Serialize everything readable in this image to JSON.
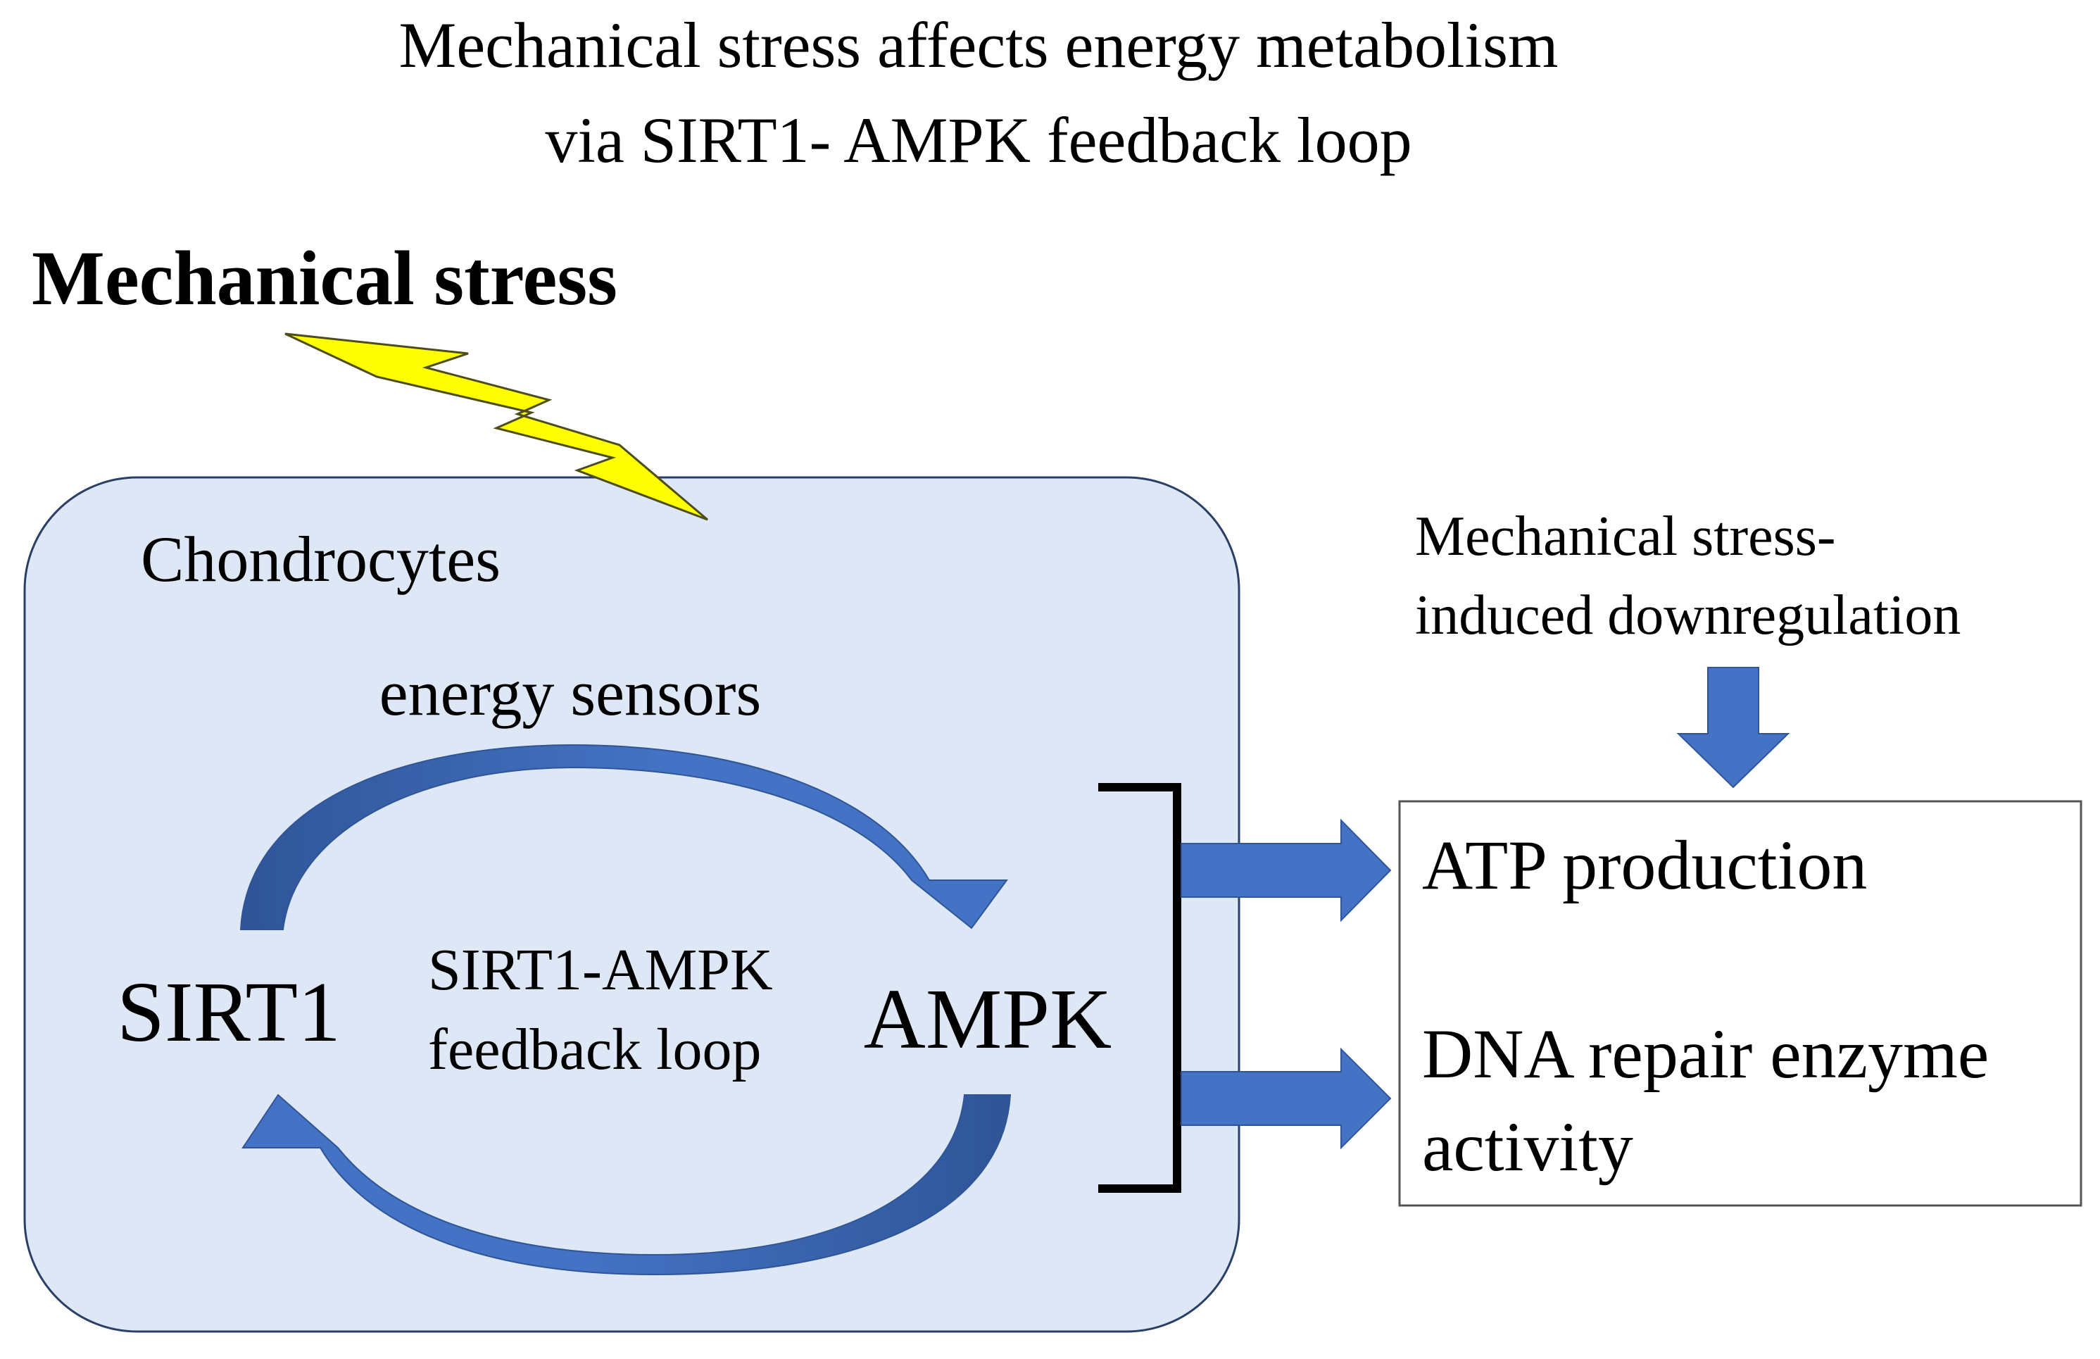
{
  "title": {
    "line1": "Mechanical stress affects energy metabolism",
    "line2": "via SIRT1- AMPK  feedback loop"
  },
  "stress_label": "Mechanical stress",
  "cell": {
    "label": "Chondrocytes",
    "sensors_label": "energy sensors",
    "loop_label_line1": "SIRT1-AMPK",
    "loop_label_line2": "feedback loop",
    "node_left": "SIRT1",
    "node_right": "AMPK"
  },
  "downregulation": {
    "line1": "Mechanical stress-",
    "line2": "induced downregulation"
  },
  "outcomes": {
    "item1": "ATP production",
    "item2_line1": "DNA repair enzyme",
    "item2_line2": "activity"
  },
  "colors": {
    "cell_fill": "#dde7f5",
    "cell_stroke": "#2a3f66",
    "arrow_blue": "#4472c4",
    "arrow_shadow": "#2f5597",
    "lightning_fill": "#ffff00",
    "lightning_stroke": "#4d4d1a"
  }
}
